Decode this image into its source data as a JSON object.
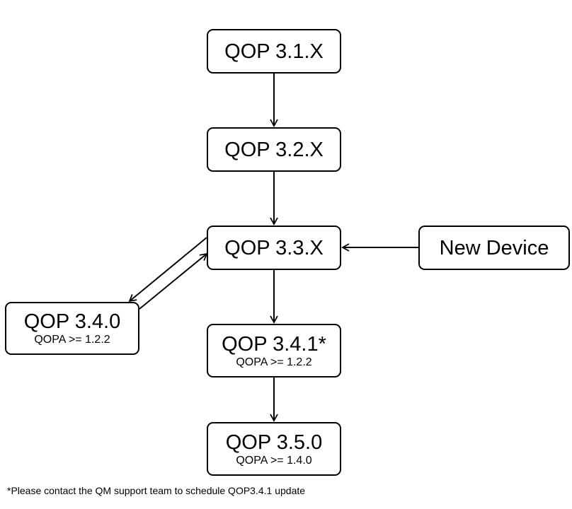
{
  "diagram": {
    "nodes": {
      "qop_31x": {
        "title": "QOP 3.1.X"
      },
      "qop_32x": {
        "title": "QOP 3.2.X"
      },
      "qop_33x": {
        "title": "QOP 3.3.X"
      },
      "new_device": {
        "title": "New Device"
      },
      "qop_340": {
        "title": "QOP 3.4.0",
        "subtitle": "QOPA >= 1.2.2"
      },
      "qop_341": {
        "title": "QOP 3.4.1*",
        "subtitle": "QOPA >= 1.2.2"
      },
      "qop_350": {
        "title": "QOP 3.5.0",
        "subtitle": "QOPA >= 1.4.0"
      }
    },
    "edges": [
      {
        "from": "qop_31x",
        "to": "qop_32x"
      },
      {
        "from": "qop_32x",
        "to": "qop_33x"
      },
      {
        "from": "new_device",
        "to": "qop_33x"
      },
      {
        "from": "qop_33x",
        "to": "qop_340"
      },
      {
        "from": "qop_340",
        "to": "qop_33x"
      },
      {
        "from": "qop_33x",
        "to": "qop_341"
      },
      {
        "from": "qop_341",
        "to": "qop_350"
      }
    ],
    "footnote": "*Please contact the QM support team to schedule QOP3.4.1 update"
  }
}
